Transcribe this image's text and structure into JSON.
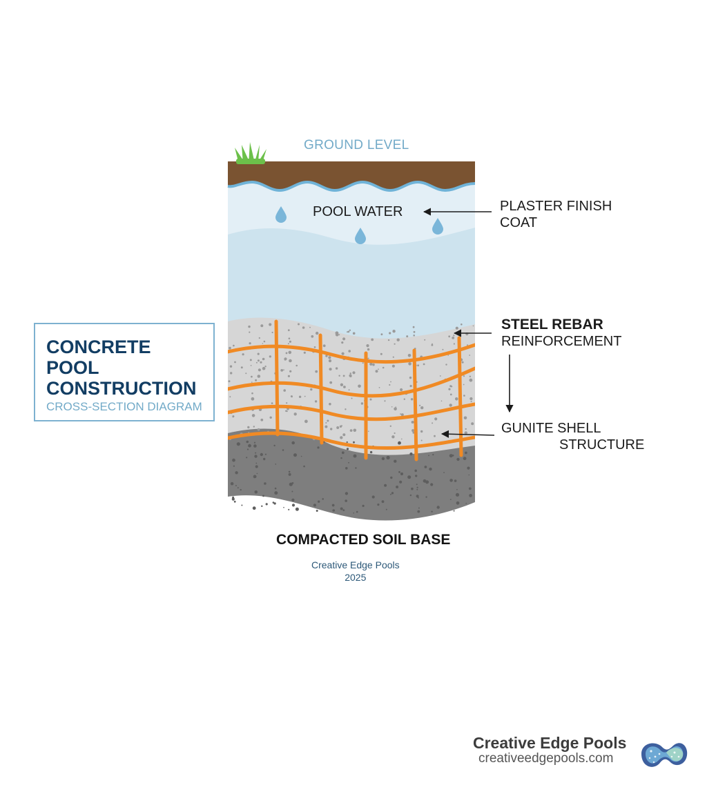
{
  "diagram": {
    "ground_label": "GROUND LEVEL",
    "water_label": "POOL WATER",
    "plaster": {
      "line1": "PLASTER FINISH",
      "line2": "COAT"
    },
    "rebar": {
      "line1": "STEEL REBAR",
      "line2": "REINFORCEMENT"
    },
    "gunite": {
      "line1": "GUNITE SHELL",
      "line2": "STRUCTURE"
    },
    "soil_label": "COMPACTED SOIL BASE",
    "credit": {
      "line1": "Creative Edge Pools",
      "line2": "2025"
    }
  },
  "title_box": {
    "title_line1": "CONCRETE",
    "title_line2": "POOL",
    "title_line3": "CONSTRUCTION",
    "subtitle": "CROSS-SECTION DIAGRAM"
  },
  "footer": {
    "brand_name": "Creative Edge Pools",
    "brand_url": "creativeedgepools.com",
    "logo_icon": "creative-edge-pools-logo-icon"
  },
  "colors": {
    "soil_top": "#7a5331",
    "water_light": "#e3eff6",
    "water_deep": "#cde3ee",
    "concrete": "#d5d5d5",
    "rebar": "#f08a24",
    "soil_base": "#7e7e7e",
    "title_text": "#123d63",
    "accent_blue": "#72aac8"
  }
}
